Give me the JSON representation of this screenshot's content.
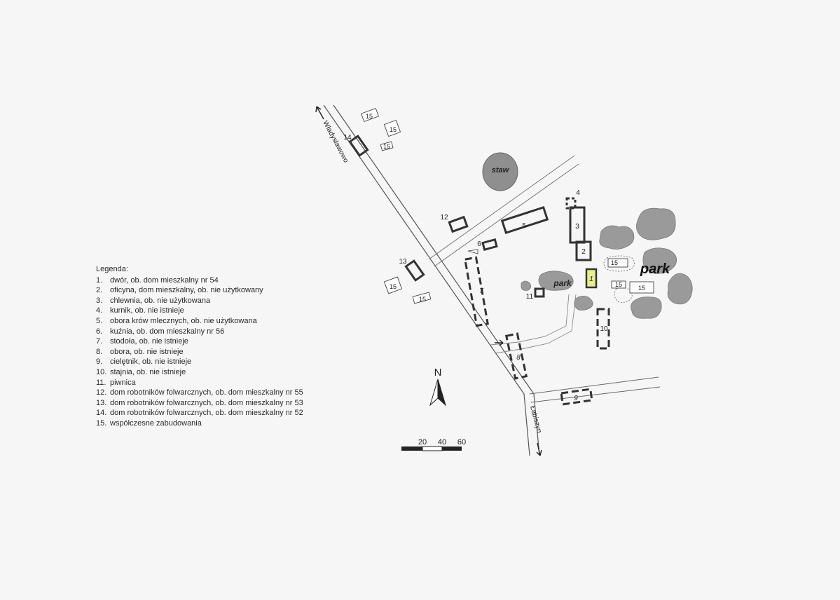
{
  "legend": {
    "title": "Legenda:",
    "items": [
      {
        "num": "1.",
        "text": "dwór, ob. dom mieszkalny nr 54"
      },
      {
        "num": "2.",
        "text": "oficyna, dom mieszkalny, ob. nie użytkowany"
      },
      {
        "num": "3.",
        "text": "chlewnia, ob. nie użytkowana"
      },
      {
        "num": "4.",
        "text": "kurnik, ob. nie istnieje"
      },
      {
        "num": "5.",
        "text": "obora krów mlecznych, ob. nie użytkowana"
      },
      {
        "num": "6.",
        "text": "kuźnia, ob. dom mieszkalny nr 56"
      },
      {
        "num": "7.",
        "text": "stodoła, ob. nie istnieje"
      },
      {
        "num": "8.",
        "text": "obora, ob. nie istnieje"
      },
      {
        "num": "9.",
        "text": "cielętnik, ob. nie istnieje"
      },
      {
        "num": "10.",
        "text": "stajnia, ob. nie istnieje"
      },
      {
        "num": "11.",
        "text": "piwnica"
      },
      {
        "num": "12.",
        "text": "dom robotników folwarcznych, ob. dom mieszkalny nr 55"
      },
      {
        "num": "13.",
        "text": "dom robotników folwarcznych, ob. dom mieszkalny nr 53"
      },
      {
        "num": "14.",
        "text": "dom robotników folwarcznych, ob. dom mieszkalny nr 52"
      },
      {
        "num": "15.",
        "text": "współczesne zabudowania"
      }
    ]
  },
  "map": {
    "roads": {
      "north": "Władysławowo",
      "south": "Łabiszyn"
    },
    "pond": "staw",
    "parks": {
      "small": "park",
      "large": "park"
    },
    "north_arrow": "N",
    "scale": {
      "labels": [
        "20",
        "40",
        "60"
      ]
    },
    "buildings": {
      "b1": "1",
      "b2": "2",
      "b3": "3",
      "b4": "4",
      "b5": "5",
      "b6": "6",
      "b7": "7",
      "b8": "8",
      "b9": "9",
      "b10": "10",
      "b11": "11",
      "b12": "12",
      "b13": "13",
      "b14": "14",
      "b15": "15"
    },
    "colors": {
      "highlight": "#e6ef8c",
      "building_stroke": "#333333",
      "trees": "#9a9a9a",
      "pond": "#8f8f8f"
    }
  }
}
